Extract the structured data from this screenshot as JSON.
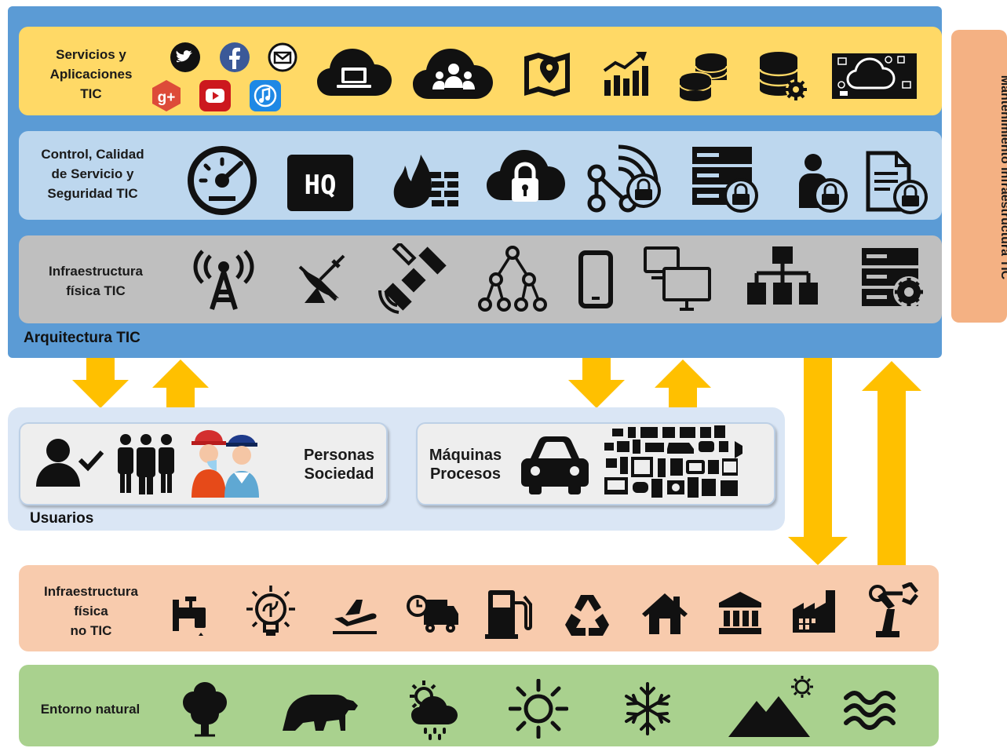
{
  "architecture": {
    "label": "Arquitectura TIC",
    "services_label": "Servicios y\nAplicaciones\nTIC",
    "control_label": "Control,  Calidad\nde Servicio y\nSeguridad TIC",
    "infra_label": "Infraestructura\nfísica TIC"
  },
  "management": {
    "label": "Gestión, Operación, Administración y Mantenimiento Infraestructura TIC"
  },
  "users": {
    "label": "Usuarios",
    "personas_label": "Personas\nSociedad",
    "maquinas_label": "Máquinas\nProcesos"
  },
  "non_ict": {
    "label": "Infraestructura\nfísica\nno TIC"
  },
  "nature": {
    "label": "Entorno natural"
  },
  "icons": {
    "services": [
      "twitter-icon",
      "facebook-icon",
      "email-icon",
      "google-plus-icon",
      "youtube-icon",
      "music-icon",
      "cloud-laptop-icon",
      "cloud-users-icon",
      "map-pin-icon",
      "growth-chart-icon",
      "coins-icon",
      "database-gear-icon",
      "cloud-devices-icon"
    ],
    "control": [
      "speedometer-icon",
      "hq-icon",
      "firewall-icon",
      "cloud-lock-icon",
      "network-lock-icon",
      "server-lock-icon",
      "user-lock-icon",
      "document-lock-icon"
    ],
    "infra": [
      "antenna-tower-icon",
      "satellite-dish-icon",
      "satellite-icon",
      "network-tree-icon",
      "smartphone-icon",
      "computers-icon",
      "lan-icon",
      "server-gear-icon"
    ],
    "non_ict": [
      "water-tap-icon",
      "eco-bulb-icon",
      "airplane-icon",
      "delivery-truck-icon",
      "fuel-pump-icon",
      "recycle-icon",
      "house-icon",
      "bank-icon",
      "factory-icon",
      "robot-arm-icon"
    ],
    "nature": [
      "tree-icon",
      "bear-icon",
      "weather-icon",
      "sun-icon",
      "snowflake-icon",
      "mountain-icon",
      "water-waves-icon"
    ]
  },
  "colors": {
    "architecture": "#5b9bd5",
    "services": "#ffd966",
    "control": "#bdd7ee",
    "infra": "#bfbfbf",
    "management": "#f4b183",
    "users": "#dae6f5",
    "non_ict": "#f8cbad",
    "nature": "#a9d18e",
    "arrows": "#ffc000"
  }
}
